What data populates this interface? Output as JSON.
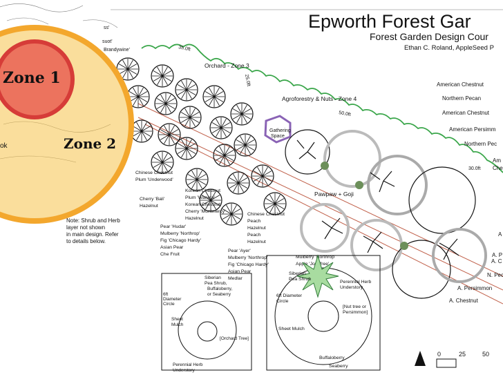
{
  "header": {
    "title": "Epworth Forest Gar",
    "subtitle": "Forest Garden Design Cour",
    "author": "Ethan C. Roland, AppleSeed P"
  },
  "zones": {
    "zone1": "Zone 1",
    "zone2": "Zone 2",
    "zone3": "Orchard - Zone 3",
    "zone4": "Agroforestry & Nuts - Zone 4"
  },
  "corner_labels": {
    "a": "ss'",
    "b": "suot'",
    "c": "Brandywine'",
    "d": "ok"
  },
  "dimensions": {
    "d1": "35.0ft",
    "d2": "25.0ft",
    "d3": "50.0ft",
    "d4": "30.0ft"
  },
  "features": {
    "gathering": [
      "Gathering",
      "Space"
    ],
    "pawpaw": "Pawpaw + Goji"
  },
  "note": [
    "Note: Shrub and Herb",
    "layer not shown",
    "in main design. Refer",
    "to details below."
  ],
  "plant_groups": [
    [
      "Chinese Chestnut",
      "Plum 'Underwood'"
    ],
    [
      "Cherry 'Bali'",
      "Hazelnut"
    ],
    [
      "Korean Chestnut",
      "Plum 'Waneta'",
      "Korean Chestnut",
      "Cherry 'Montmercy'",
      "Hazelnut"
    ],
    [
      "Pear 'Hudar'",
      "Mulberry 'Northrop'",
      "Fig 'Chicago Hardy'",
      "Asian Pear",
      "Che Fruit"
    ],
    [
      "Chinese Chestnut",
      "Peach",
      "Hazelnut",
      "Peach",
      "Hazelnut"
    ],
    [
      "Pear 'Ayer'",
      "Mulberry 'Northrop'",
      "Fig 'Chicago Hardy'",
      "Asian Pear",
      "Medlar"
    ],
    [
      "Mulberry 'Northrop'",
      "Apple 'Jonafree'"
    ]
  ],
  "right_labels": [
    "American Chestnut",
    "Northern Pecan",
    "American Chestnut",
    "American Persimm",
    "Northern Pec",
    "Am",
    "Che",
    "A",
    "A. P",
    "A. C",
    "N. Pecan",
    "A. Persimmon",
    "A. Chestnut"
  ],
  "detail_left": {
    "labels": [
      "Siberian",
      "Pea Shrub,",
      "Buffaloberry,",
      "or Seaberry",
      "6ft",
      "Diameter",
      "Circle",
      "Sheet",
      "Mulch",
      "[Orchard Tree]",
      "Perennial Herb",
      "Understory"
    ]
  },
  "detail_right": {
    "labels": [
      "Siberian",
      "Pea Shrub",
      "Perennial Herb",
      "Understory",
      "6ft Diameter",
      "Circle",
      "[Nut tree or",
      "Persimmon]",
      "Sheet Mulch",
      "Buffaloberry",
      "Seaberry"
    ]
  },
  "scale": {
    "values": [
      "0",
      "25",
      "50"
    ]
  },
  "colors": {
    "zone1": "#e8574f",
    "zone2": "#f6c24a",
    "green_line": "#3aa64a",
    "gathering": "#8a63b5",
    "accent_line": "#c0604a"
  }
}
